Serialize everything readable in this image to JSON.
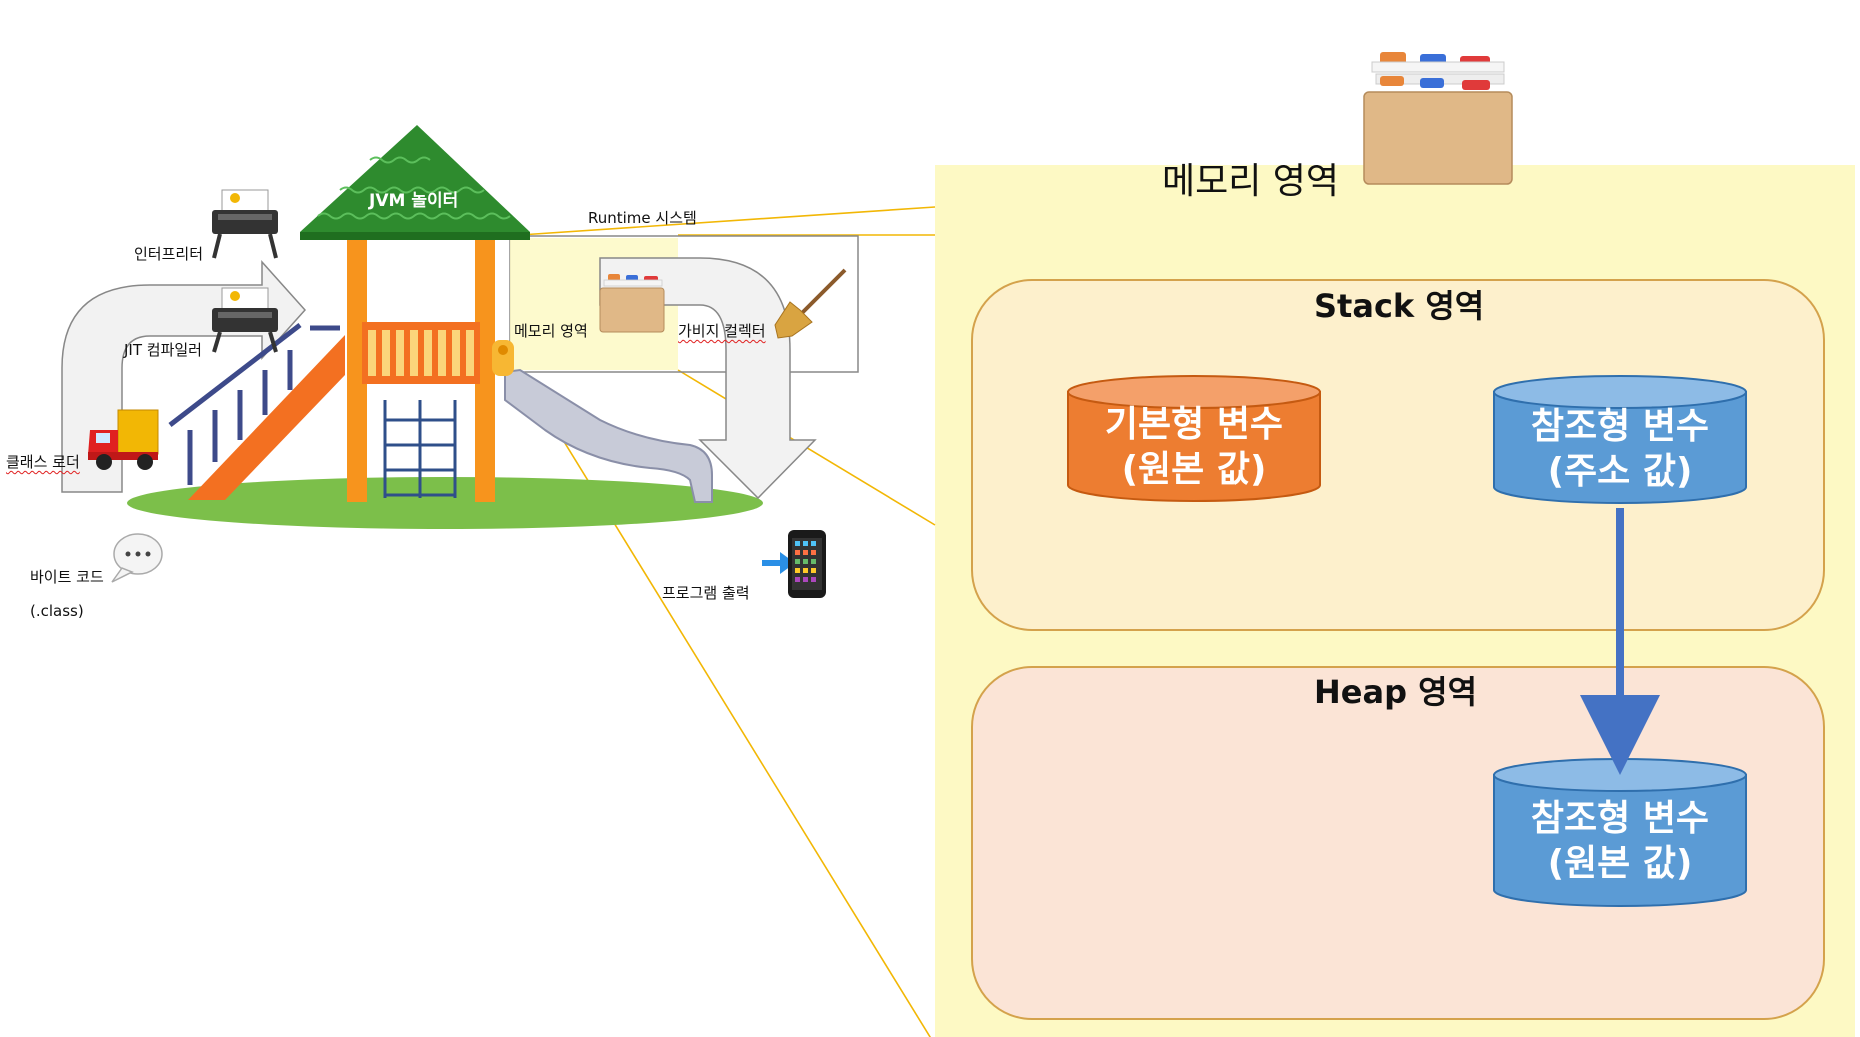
{
  "colors": {
    "panel_bg": "#fdf9c4",
    "stack_bg": "#fdf0cc",
    "heap_bg": "#fbe4d6",
    "region_border": "#d4a24c",
    "primitive_cylinder": "#ed7d31",
    "reference_cylinder": "#5b9bd5",
    "arrow": "#4472c4",
    "zoom_line": "#f2b705"
  },
  "playground": {
    "roof_label": "JVM 놀이터",
    "runtime_label": "Runtime 시스템",
    "interpreter_label": "인터프리터",
    "jit_label": "JIT 컴파일러",
    "class_loader_label": "클래스 로더",
    "bytecode_label_line1": "바이트 코드",
    "bytecode_label_line2": "(.class)",
    "memory_area_label": "메모리 영역",
    "gc_label": "가비지 컬렉터",
    "program_output_label": "프로그램 출력",
    "icons": [
      "printer-icon",
      "truck-icon",
      "speech-bubble-icon",
      "card-file-box-icon",
      "broom-icon",
      "mobile-arrow-icon"
    ]
  },
  "memory_panel": {
    "title": "메모리 영역",
    "stack": {
      "title": "Stack 영역",
      "primitive_line1": "기본형 변수",
      "primitive_line2": "(원본 값)",
      "reference_line1": "참조형 변수",
      "reference_line2": "(주소 값)"
    },
    "heap": {
      "title": "Heap 영역",
      "reference_line1": "참조형 변수",
      "reference_line2": "(원본 값)"
    }
  }
}
